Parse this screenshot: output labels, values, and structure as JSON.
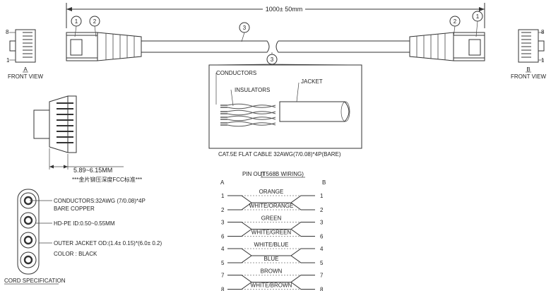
{
  "overall_length": "1000± 50mm",
  "balloons": {
    "connector": "1",
    "boot": "2",
    "cable": "3"
  },
  "front_view_a": {
    "letter": "A",
    "label": "FRONT VIEW",
    "pin_high": "8",
    "pin_low": "1"
  },
  "front_view_b": {
    "letter": "B",
    "label": "FRONT VIEW",
    "pin_high": "8",
    "pin_low": "1"
  },
  "cross_section": {
    "conductors": "CONDUCTORS",
    "insulators": "INSULATORS",
    "jacket": "JACKET",
    "caption": "CAT.5E FLAT CABLE 32AWG(7/0.08)*4P(BARE)"
  },
  "plug_detail": {
    "dimension": "5.89~6.15MM",
    "note": "***金片铆压深度FCC标准***"
  },
  "cord_spec": {
    "title": "CORD SPECIFICATION",
    "conductors_line1": "CONDUCTORS:32AWG (7/0.08)*4P",
    "conductors_line2": "BARE COPPER",
    "insulation": "HD-PE ID:0.50~0.55MM",
    "outer_jacket": "OUTER JACKET OD:(1.4± 0.15)*(6.0± 0.2)",
    "color": "COLOR : BLACK"
  },
  "pinout": {
    "title_prefix": "PIN OUT",
    "title_standard": "(T568B WIRING)",
    "end_a": "A",
    "end_b": "B",
    "pairs": [
      {
        "top_label": "ORANGE",
        "bottom_label": "WHITE/ORANGE",
        "top_pin": "1",
        "bottom_pin": "2"
      },
      {
        "top_label": "GREEN",
        "bottom_label": "WHITE/GREEN",
        "top_pin": "3",
        "bottom_pin": "6"
      },
      {
        "top_label": "WHITE/BLUE",
        "bottom_label": "BLUE",
        "top_pin": "4",
        "bottom_pin": "5"
      },
      {
        "top_label": "BROWN",
        "bottom_label": "WHITE/BROWN",
        "top_pin": "7",
        "bottom_pin": "8"
      }
    ]
  }
}
